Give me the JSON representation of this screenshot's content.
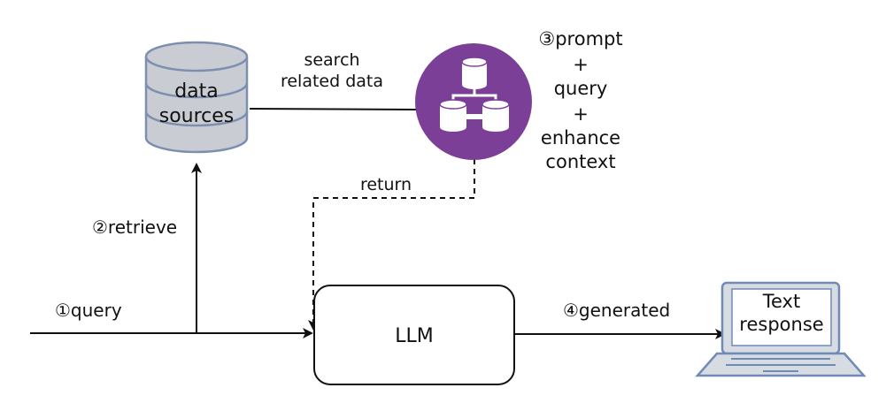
{
  "nodes": {
    "data_sources": {
      "line1": "data",
      "line2": "sources"
    },
    "llm": {
      "label": "LLM"
    },
    "laptop": {
      "line1": "Text",
      "line2": "response"
    },
    "vector_db": {
      "icon": "database-cluster-icon",
      "color": "#7b3f98"
    }
  },
  "edges": {
    "query": "①query",
    "retrieve": "②retrieve",
    "search_line1": "search",
    "search_line2": "related data",
    "return": "return",
    "generated": "④generated"
  },
  "prompt_note": {
    "line1": "③prompt",
    "line2": "+",
    "line3": "query",
    "line4": "+",
    "line5": "enhance",
    "line6": "context"
  },
  "colors": {
    "db_fill": "#c9cdd3",
    "db_stroke": "#7d8fb0",
    "vector_purple": "#7b3f98",
    "laptop_frame": "#d7dbe2",
    "laptop_stroke": "#6f8bb6"
  }
}
